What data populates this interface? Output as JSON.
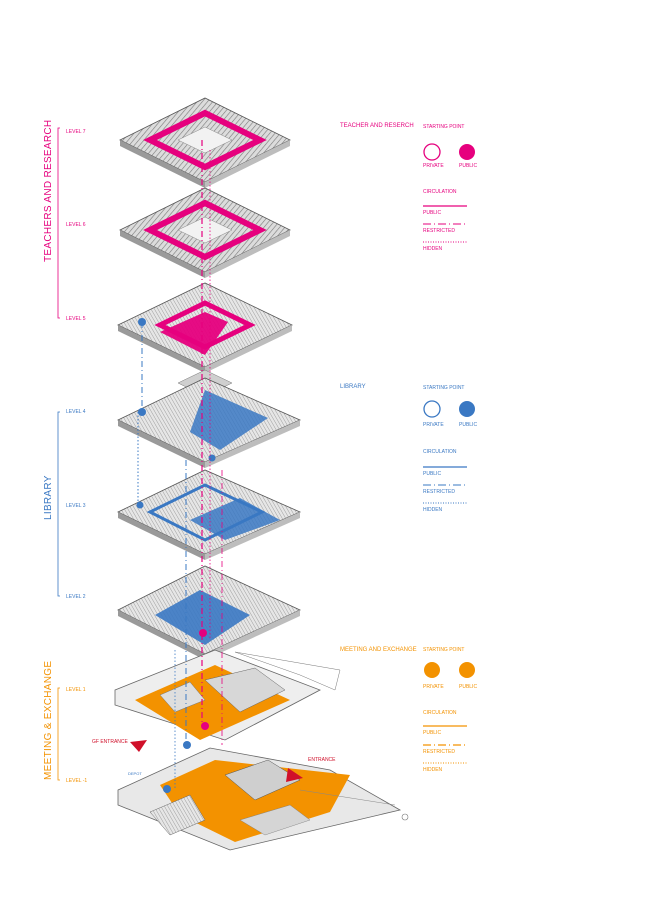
{
  "colors": {
    "teacher": "#e6007e",
    "library": "#3a78c3",
    "meeting": "#f39200",
    "gray": "#888888",
    "red": "#d0102a"
  },
  "side_labels": {
    "teachers": "TEACHERS AND RESEARCH",
    "library": "LIBRARY",
    "meeting": "MEETING & EXCHANGE"
  },
  "levels": {
    "l7": "LEVEL 7",
    "l6": "LEVEL 6",
    "l5": "LEVEL 5",
    "l4": "LEVEL 4",
    "l3": "LEVEL 3",
    "l2": "LEVEL 2",
    "l1": "LEVEL 1",
    "lm1": "LEVEL -1"
  },
  "legend_teacher": {
    "title": "TEACHER AND RESERCH",
    "starting_point": "STARTING POINT",
    "private": "PRIVATE",
    "public": "PUBLIC",
    "circulation": "CIRCULATION",
    "circ_public": "PUBLIC",
    "circ_restricted": "RESTRICTED",
    "circ_hidden": "HIDDEN"
  },
  "legend_library": {
    "title": "LIBRARY",
    "starting_point": "STARTING POINT",
    "private": "PRIVATE",
    "public": "PUBLIC",
    "circulation": "CIRCULATION",
    "circ_public": "PUBLIC",
    "circ_restricted": "RESTRICTED",
    "circ_hidden": "HIDDEN"
  },
  "legend_meeting": {
    "title": "MEETING AND EXCHANGE",
    "starting_point": "STARTING POINT",
    "private": "PRIVATE",
    "public": "PUBLIC",
    "circulation": "CIRCULATION",
    "circ_public": "PUBLIC",
    "circ_restricted": "RESTRICTED",
    "circ_hidden": "HIDDEN"
  },
  "annotations": {
    "gf_entrance": "GF ENTRANCE",
    "depot": "DEPOT",
    "entrance": "ENTRANCE"
  }
}
